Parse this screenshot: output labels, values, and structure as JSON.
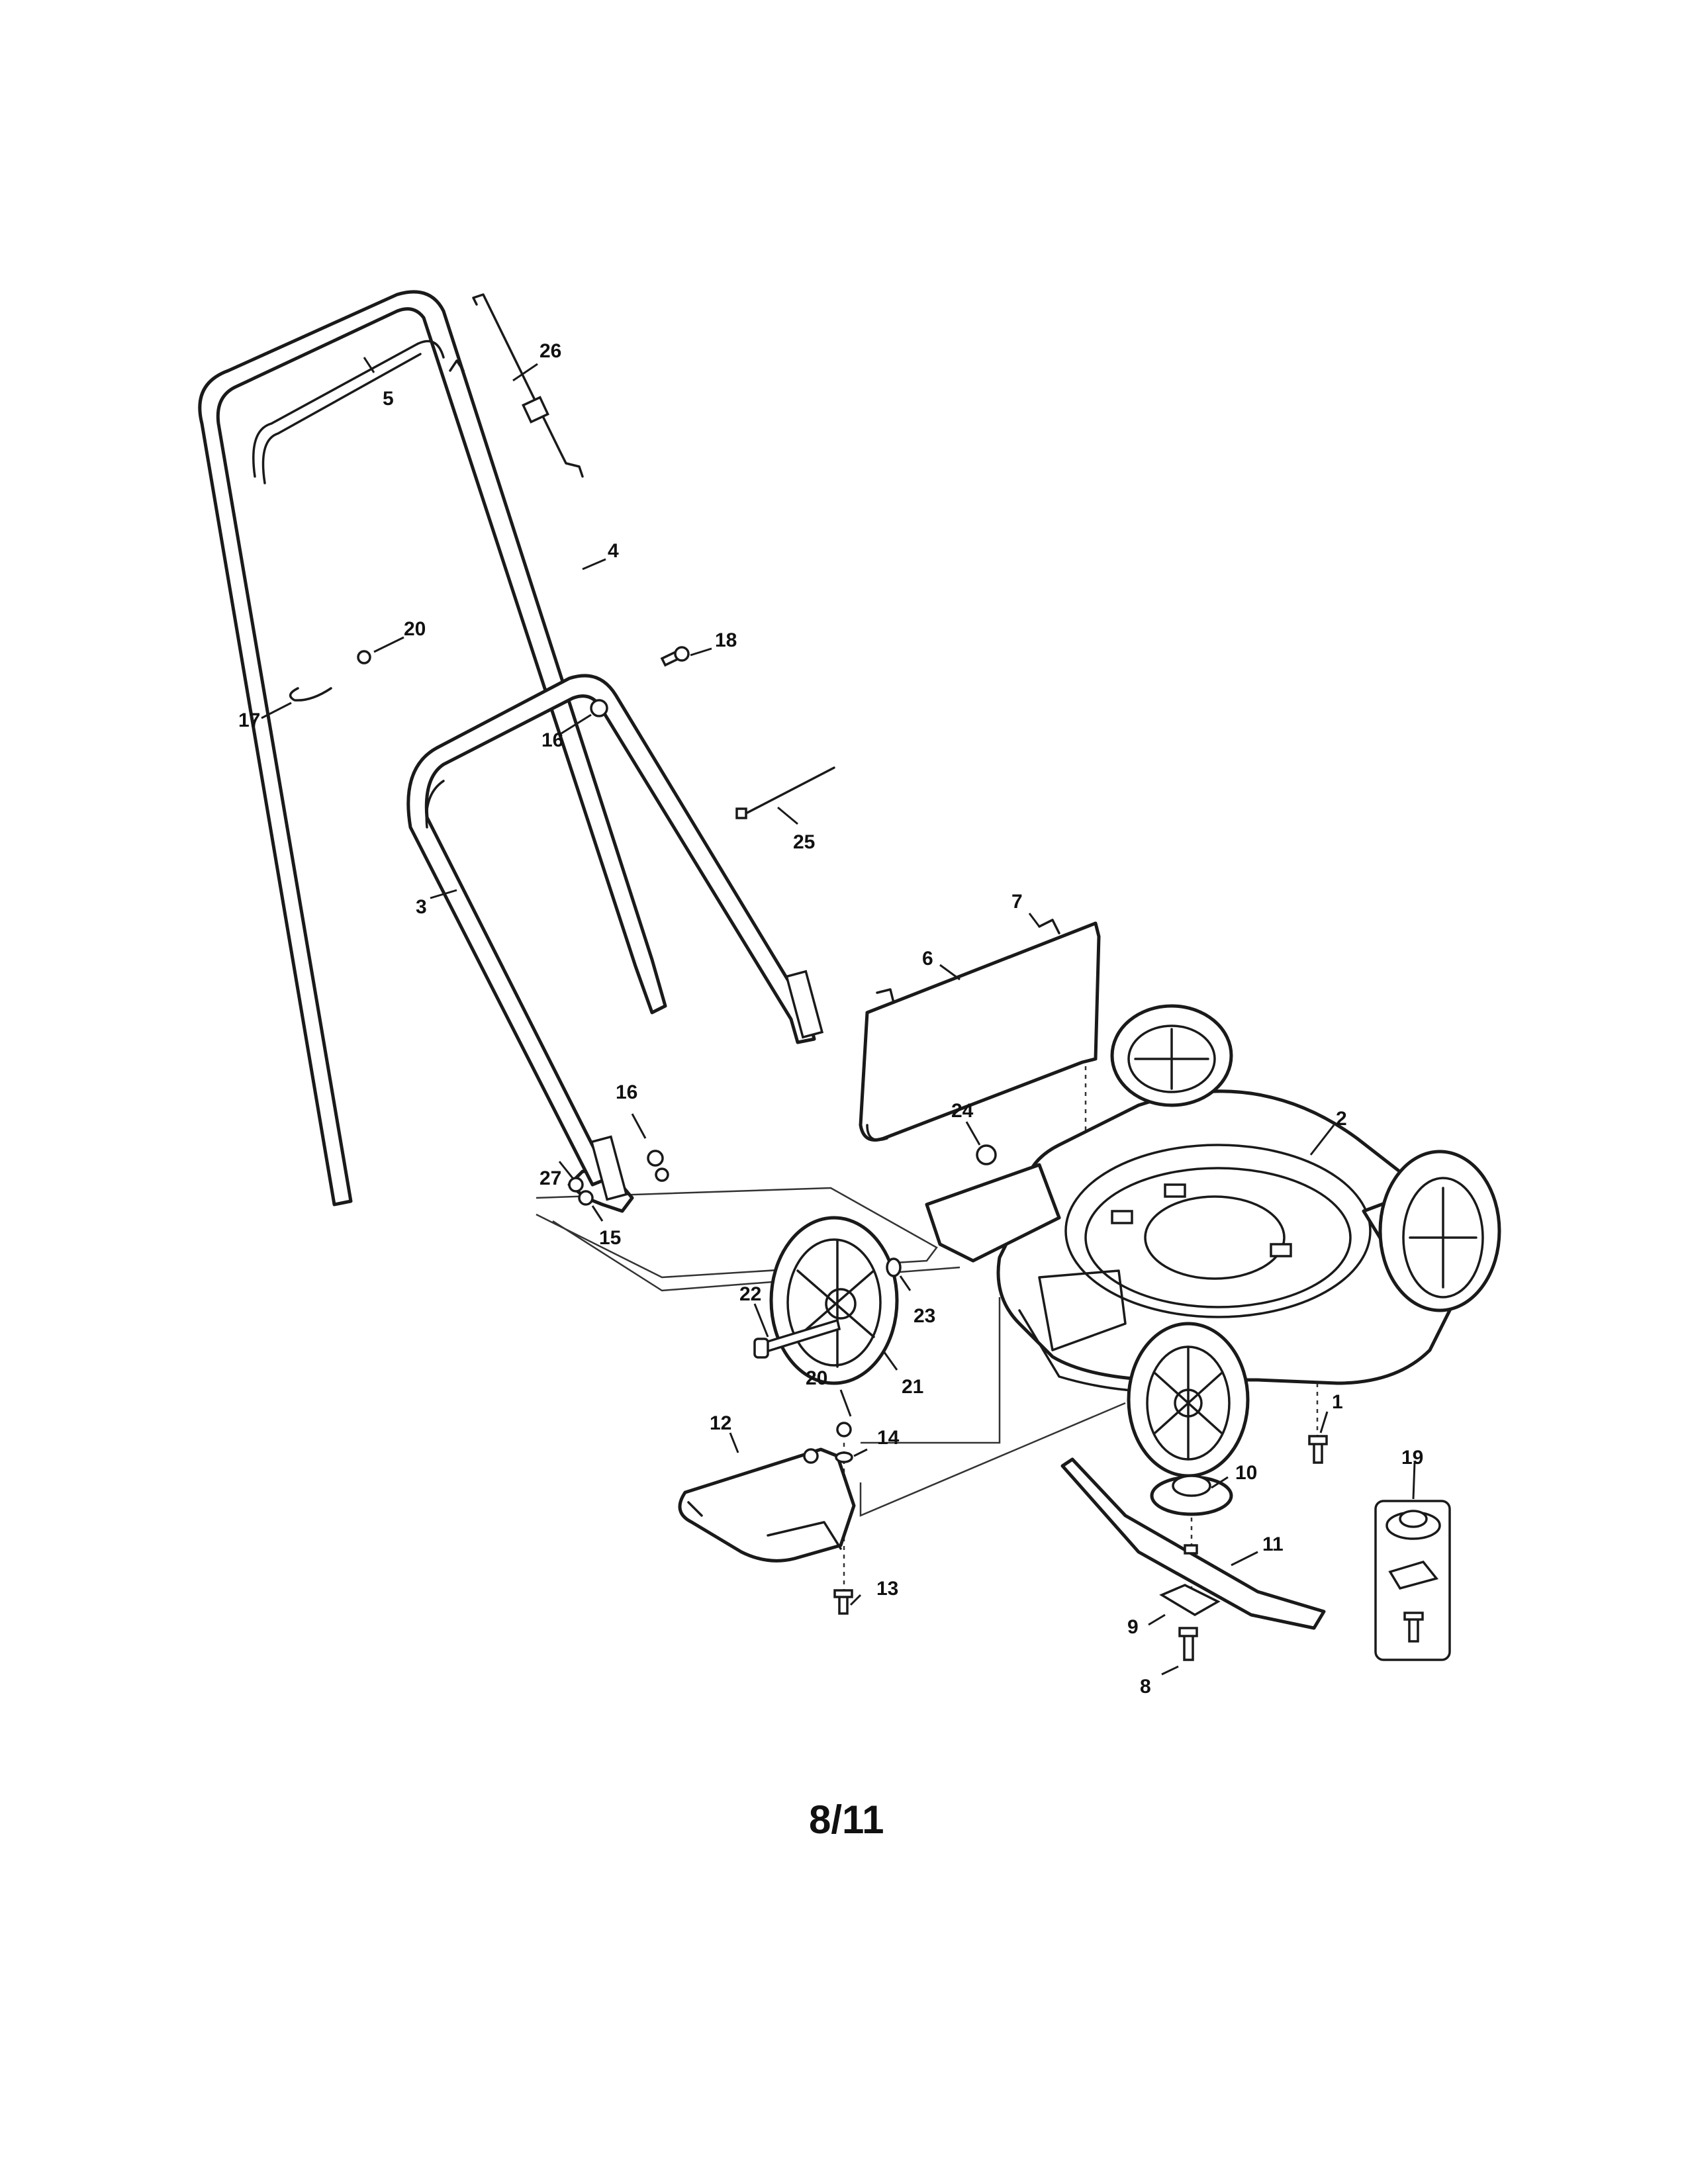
{
  "page": {
    "page_number": "8/11"
  },
  "callouts": {
    "c1": "1",
    "c2": "2",
    "c3": "3",
    "c4": "4",
    "c5": "5",
    "c6": "6",
    "c7": "7",
    "c8": "8",
    "c9": "9",
    "c10": "10",
    "c11": "11",
    "c12": "12",
    "c13": "13",
    "c14": "14",
    "c15": "15",
    "c16a": "16",
    "c16b": "16",
    "c17": "17",
    "c18": "18",
    "c19": "19",
    "c20a": "20",
    "c20b": "20",
    "c21": "21",
    "c22": "22",
    "c23": "23",
    "c24": "24",
    "c25": "25",
    "c26": "26",
    "c27": "27"
  }
}
